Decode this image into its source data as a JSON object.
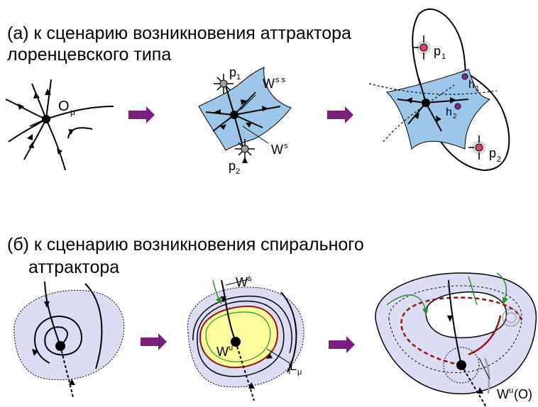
{
  "section_a": {
    "title_line1": "(а) к сценарию возникновения аттрактора",
    "title_line2": "лоренцевского типа",
    "label_O": "O",
    "label_mu": "μ",
    "label_p1": "p",
    "label_p1_sub": "1",
    "label_p2": "p",
    "label_p2_sub": "2",
    "label_Wss": "W",
    "label_Wss_sup": "s s",
    "label_Ws": "W",
    "label_Ws_sup": "s",
    "label_h1": "h",
    "label_h1_sub": "1",
    "label_h2": "h",
    "label_h2_sub": "2"
  },
  "section_b": {
    "title_line1": "(б) к сценарию возникновения спирального",
    "title_line2": "аттрактора",
    "label_Ws": "W",
    "label_Ws_sup": "s",
    "label_Wu": "W",
    "label_Wu_sup": "u",
    "label_L": "L",
    "label_L_sub": "μ",
    "label_WuO": "W",
    "label_WuO_sup": "u",
    "label_WuO_tail": "(O)"
  },
  "colors": {
    "arrow_fill": "#7b1e7b",
    "surface_blue": "#9cc7ea",
    "region_lavender": "#dcdcf5",
    "yellow": "#fcfc9c",
    "dark_red": "#9b1010",
    "green": "#2f8f2f",
    "saddle_gray": "#a0a0a0",
    "point_pink": "#e0406a"
  }
}
